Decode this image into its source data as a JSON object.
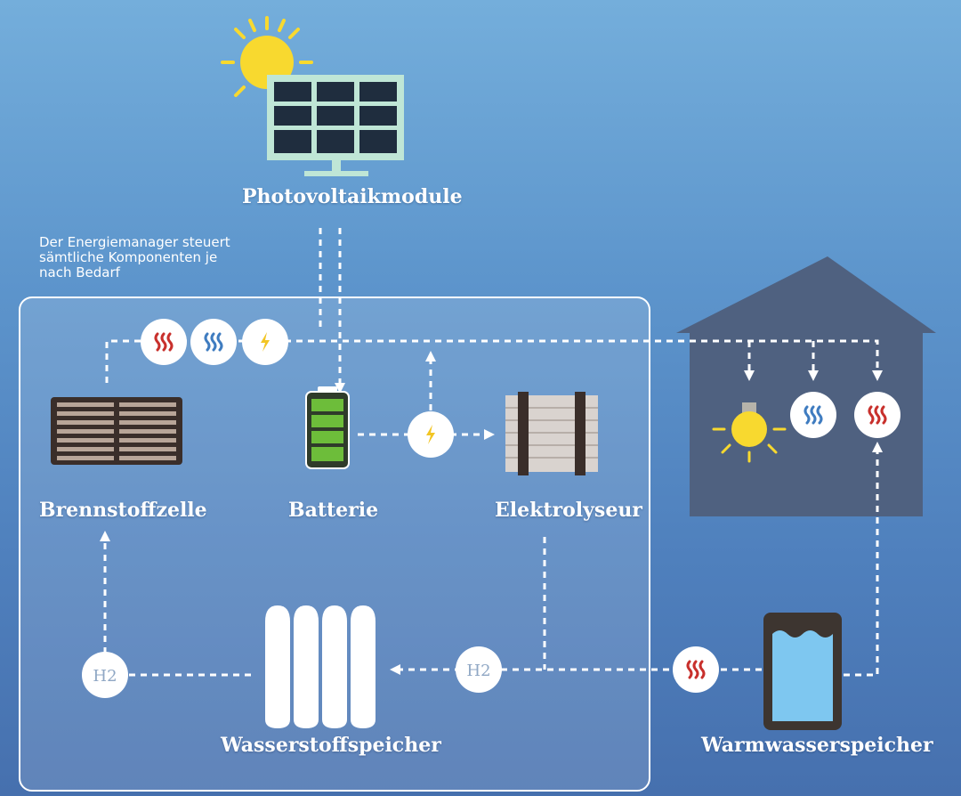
{
  "labels": {
    "pv": "Photovoltaikmodule",
    "fuel_cell": "Brennstoffzelle",
    "battery": "Batterie",
    "electrolyser": "Elektrolyseur",
    "hydrogen_storage": "Wasserstoffspeicher",
    "hot_water_storage": "Warmwasserspeicher"
  },
  "note_lines": [
    "Der Energiemanager steuert",
    "sämtliche Komponenten je",
    "nach Bedarf"
  ],
  "h2_label": "H2",
  "colors": {
    "sun": "#f8d92f",
    "panel_frame": "#bfe6d6",
    "panel_cell": "#1f2d3e",
    "house": "#4f6180",
    "heat_red": "#c8302c",
    "heat_blue": "#3f7cc0",
    "bolt": "#f2c524",
    "battery_green": "#6dbd3a",
    "water": "#7ec7f0"
  },
  "icons": [
    "sun-icon",
    "solar-panel-icon",
    "heat-icon",
    "heat-icon",
    "lightning-icon",
    "battery-icon",
    "lightning-icon",
    "fuel-cell-icon",
    "electrolyser-icon",
    "hydrogen-tanks-icon",
    "water-tank-icon",
    "house-icon",
    "light-bulb-icon",
    "heat-icon",
    "heat-icon",
    "heat-icon"
  ]
}
